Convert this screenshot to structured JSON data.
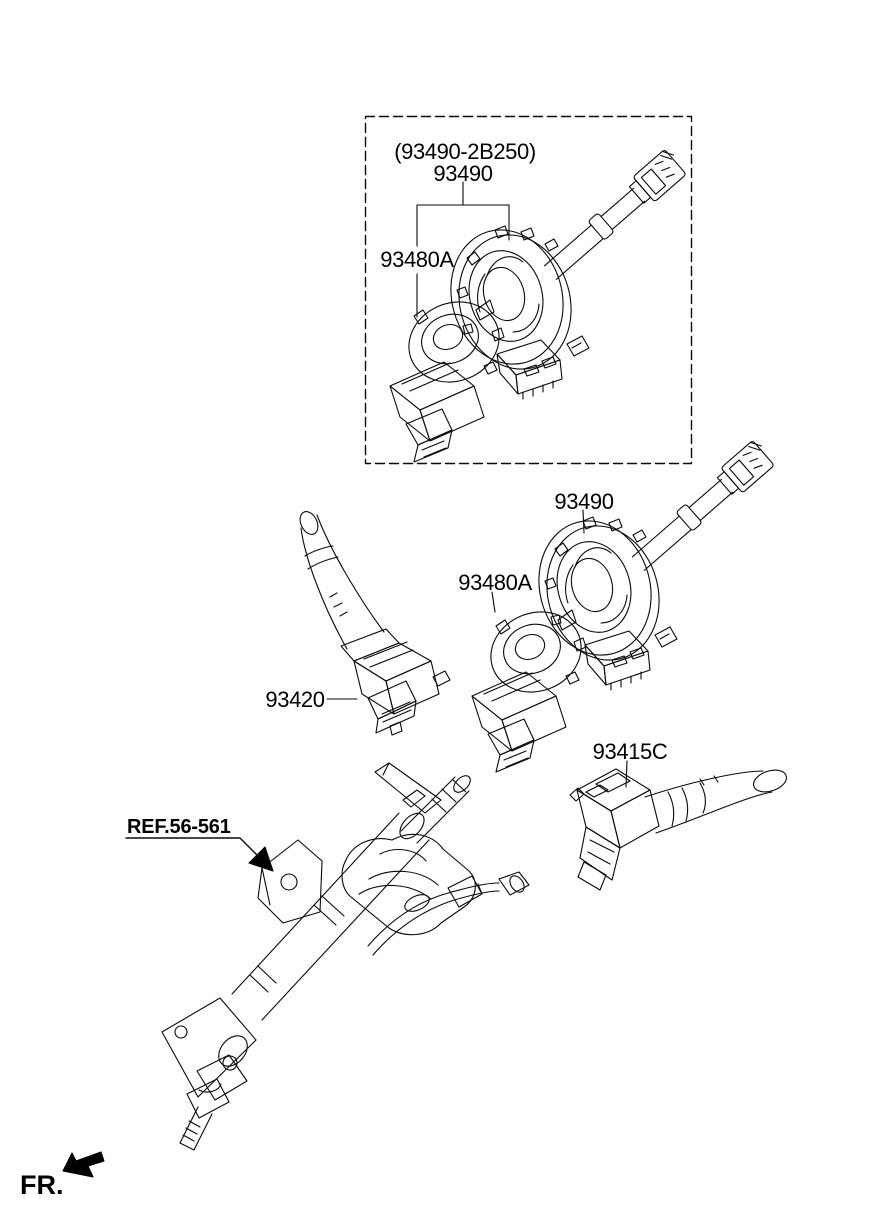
{
  "page": {
    "background": "#ffffff",
    "ink": "#000000"
  },
  "boxed_group": {
    "alt_part_label": "(93490-2B250)",
    "part_label": "93490",
    "sub_part_label": "93480A"
  },
  "exploded_group": {
    "clockspring_label": "93490",
    "contact_switch_label": "93480A"
  },
  "stalk_switches": {
    "left_label": "93420",
    "right_label": "93415C"
  },
  "reference": {
    "label": "REF.56-561"
  },
  "orientation": {
    "label": "FR."
  }
}
